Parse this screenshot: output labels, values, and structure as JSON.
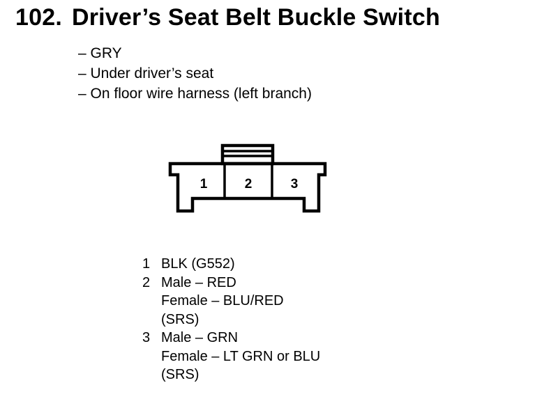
{
  "title": {
    "number": "102.",
    "text": "Driver’s Seat Belt Buckle Switch"
  },
  "info": [
    "– GRY",
    "– Under driver’s seat",
    "– On floor wire harness (left branch)"
  ],
  "connector": {
    "cavities": [
      "1",
      "2",
      "3"
    ]
  },
  "pins": [
    {
      "number": "1",
      "lines": [
        "BLK (G552)"
      ]
    },
    {
      "number": "2",
      "lines": [
        "Male – RED",
        "Female – BLU/RED",
        "(SRS)"
      ]
    },
    {
      "number": "3",
      "lines": [
        "Male – GRN",
        "Female – LT GRN or BLU",
        "(SRS)"
      ]
    }
  ]
}
